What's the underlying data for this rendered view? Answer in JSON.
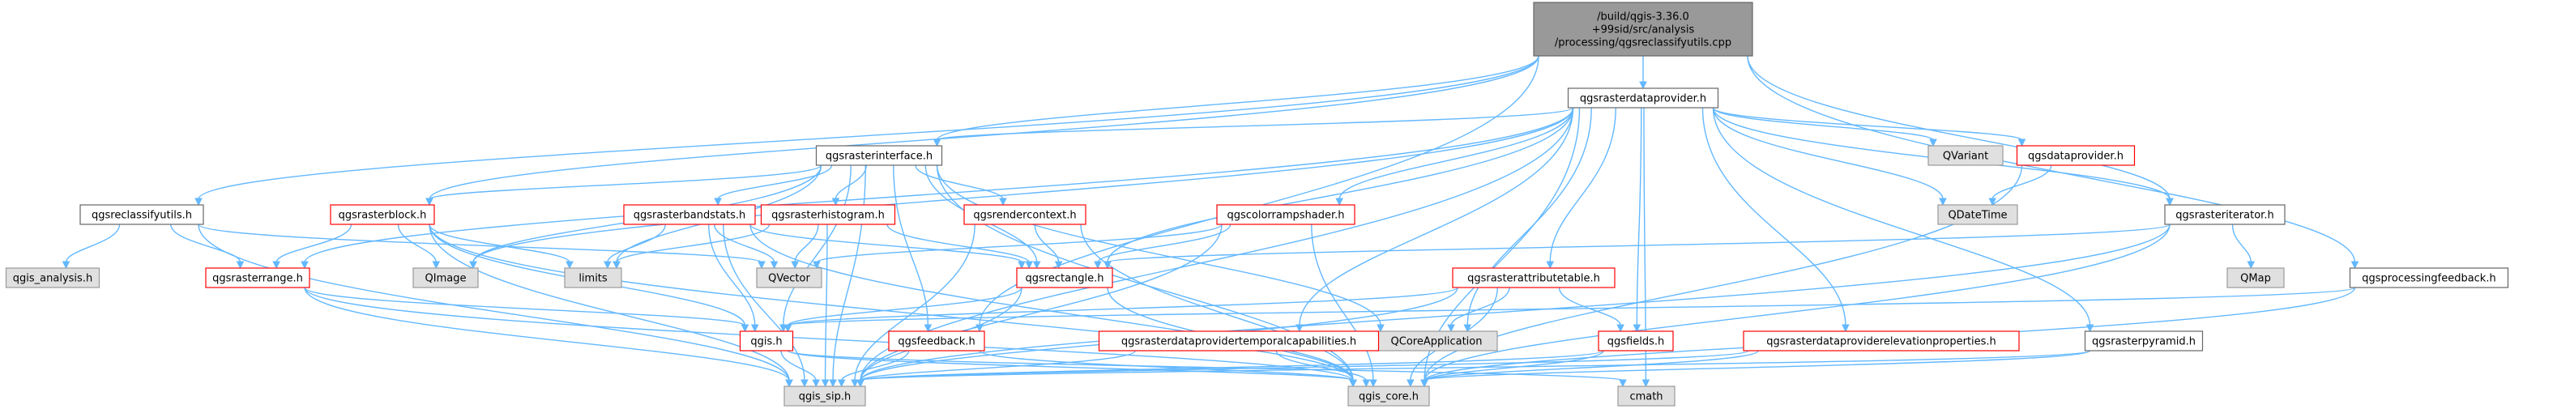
{
  "colors": {
    "edge": "#63b8ff",
    "root_fill": "#999999",
    "root_border": "#666666",
    "normal_fill": "#ffffff",
    "normal_border": "#666666",
    "truncated_border": "#ff0000",
    "external_fill": "#e0e0e0",
    "external_border": "#999999",
    "text": "#000000"
  },
  "nodes": [
    {
      "id": "root",
      "kind": "root",
      "lines": [
        "/build/qgis-3.36.0",
        "+99sid/src/analysis",
        "/processing/qgsreclassifyutils.cpp"
      ]
    },
    {
      "id": "qgsrasterdataprovider",
      "kind": "normal",
      "lines": [
        "qgsrasterdataprovider.h"
      ]
    },
    {
      "id": "qgsrasterinterface",
      "kind": "normal",
      "lines": [
        "qgsrasterinterface.h"
      ]
    },
    {
      "id": "qgsreclassifyutils",
      "kind": "normal",
      "lines": [
        "qgsreclassifyutils.h"
      ]
    },
    {
      "id": "qgis_analysis",
      "kind": "external",
      "lines": [
        "qgis_analysis.h"
      ]
    },
    {
      "id": "qgsrasterblock",
      "kind": "truncated",
      "lines": [
        "qgsrasterblock.h"
      ]
    },
    {
      "id": "qgsrasterrange",
      "kind": "truncated",
      "lines": [
        "qgsrasterrange.h"
      ]
    },
    {
      "id": "qgsrasterbandstats",
      "kind": "truncated",
      "lines": [
        "qgsrasterbandstats.h"
      ]
    },
    {
      "id": "qgsrasterhistogram",
      "kind": "truncated",
      "lines": [
        "qgsrasterhistogram.h"
      ]
    },
    {
      "id": "qgsrendercontext",
      "kind": "truncated",
      "lines": [
        "qgsrendercontext.h"
      ]
    },
    {
      "id": "qgscolorrampshader",
      "kind": "truncated",
      "lines": [
        "qgscolorrampshader.h"
      ]
    },
    {
      "id": "qgsrasterattributetable",
      "kind": "truncated",
      "lines": [
        "qgsrasterattributetable.h"
      ]
    },
    {
      "id": "qgsdataprovider",
      "kind": "truncated",
      "lines": [
        "qgsdataprovider.h"
      ]
    },
    {
      "id": "qgsrasteriterator",
      "kind": "normal",
      "lines": [
        "qgsrasteriterator.h"
      ]
    },
    {
      "id": "qgsprocessingfeedback",
      "kind": "normal",
      "lines": [
        "qgsprocessingfeedback.h"
      ]
    },
    {
      "id": "QVariant",
      "kind": "external",
      "lines": [
        "QVariant"
      ]
    },
    {
      "id": "QDateTime",
      "kind": "external",
      "lines": [
        "QDateTime"
      ]
    },
    {
      "id": "QMap",
      "kind": "external",
      "lines": [
        "QMap"
      ]
    },
    {
      "id": "QImage",
      "kind": "external",
      "lines": [
        "QImage"
      ]
    },
    {
      "id": "limits",
      "kind": "external",
      "lines": [
        "limits"
      ]
    },
    {
      "id": "QVector",
      "kind": "external",
      "lines": [
        "QVector"
      ]
    },
    {
      "id": "qgsrectangle",
      "kind": "truncated",
      "lines": [
        "qgsrectangle.h"
      ]
    },
    {
      "id": "QCoreApplication",
      "kind": "external",
      "lines": [
        "QCoreApplication"
      ]
    },
    {
      "id": "qgis",
      "kind": "truncated",
      "lines": [
        "qgis.h"
      ]
    },
    {
      "id": "qgsfeedback",
      "kind": "truncated",
      "lines": [
        "qgsfeedback.h"
      ]
    },
    {
      "id": "qgsrasterdataprovidertemporalcapabilities",
      "kind": "truncated",
      "lines": [
        "qgsrasterdataprovidertemporalcapabilities.h"
      ]
    },
    {
      "id": "qgsfields",
      "kind": "truncated",
      "lines": [
        "qgsfields.h"
      ]
    },
    {
      "id": "qgsrasterdataproviderelevationproperties",
      "kind": "truncated",
      "lines": [
        "qgsrasterdataproviderelevationproperties.h"
      ]
    },
    {
      "id": "qgsrasterpyramid",
      "kind": "normal",
      "lines": [
        "qgsrasterpyramid.h"
      ]
    },
    {
      "id": "qgis_sip",
      "kind": "external",
      "lines": [
        "qgis_sip.h"
      ]
    },
    {
      "id": "qgis_core",
      "kind": "external",
      "lines": [
        "qgis_core.h"
      ]
    },
    {
      "id": "cmath",
      "kind": "external",
      "lines": [
        "cmath"
      ]
    }
  ],
  "edges": [
    [
      "root",
      "qgsrasterdataprovider"
    ],
    [
      "root",
      "qgsrasterinterface"
    ],
    [
      "root",
      "qgsreclassifyutils"
    ],
    [
      "root",
      "qgsrasterblock"
    ],
    [
      "root",
      "qgsrasteriterator"
    ],
    [
      "root",
      "qgsprocessingfeedback"
    ],
    [
      "root",
      "qgsfeedback"
    ],
    [
      "qgsrasterdataprovider",
      "qgsrasterinterface"
    ],
    [
      "qgsrasterdataprovider",
      "QVariant"
    ],
    [
      "qgsrasterdataprovider",
      "qgsdataprovider"
    ],
    [
      "qgsrasterdataprovider",
      "QDateTime"
    ],
    [
      "qgsrasterdataprovider",
      "qgsrasteriterator"
    ],
    [
      "qgsrasterdataprovider",
      "qgscolorrampshader"
    ],
    [
      "qgsrasterdataprovider",
      "qgsrasterattributetable"
    ],
    [
      "qgsrasterdataprovider",
      "qgsrasterrange"
    ],
    [
      "qgsrasterdataprovider",
      "QImage"
    ],
    [
      "qgsrasterdataprovider",
      "qgsrectangle"
    ],
    [
      "qgsrasterdataprovider",
      "qgsrasterdataprovidertemporalcapabilities"
    ],
    [
      "qgsrasterdataprovider",
      "qgsfields"
    ],
    [
      "qgsrasterdataprovider",
      "qgsrasterdataproviderelevationproperties"
    ],
    [
      "qgsrasterdataprovider",
      "qgsrasterpyramid"
    ],
    [
      "qgsrasterdataprovider",
      "qgis_core"
    ],
    [
      "qgsrasterdataprovider",
      "cmath"
    ],
    [
      "qgsrasterdataprovider",
      "qgis_sip"
    ],
    [
      "qgsrasterdataprovider",
      "QCoreApplication"
    ],
    [
      "qgsrasterinterface",
      "qgsrasterblock"
    ],
    [
      "qgsrasterinterface",
      "qgsrasterbandstats"
    ],
    [
      "qgsrasterinterface",
      "qgsrasterhistogram"
    ],
    [
      "qgsrasterinterface",
      "qgsrendercontext"
    ],
    [
      "qgsrasterinterface",
      "QImage"
    ],
    [
      "qgsrasterinterface",
      "limits"
    ],
    [
      "qgsrasterinterface",
      "qgsrectangle"
    ],
    [
      "qgsrasterinterface",
      "QCoreApplication"
    ],
    [
      "qgsrasterinterface",
      "qgis"
    ],
    [
      "qgsrasterinterface",
      "qgis_sip"
    ],
    [
      "qgsrasterinterface",
      "qgis_core"
    ],
    [
      "qgsrasterinterface",
      "qgsfeedback"
    ],
    [
      "qgsreclassifyutils",
      "qgis_analysis"
    ],
    [
      "qgsreclassifyutils",
      "qgsrasterrange"
    ],
    [
      "qgsreclassifyutils",
      "QVector"
    ],
    [
      "qgsreclassifyutils",
      "qgis_sip"
    ],
    [
      "qgsrasterblock",
      "qgsrasterrange"
    ],
    [
      "qgsrasterblock",
      "QImage"
    ],
    [
      "qgsrasterblock",
      "limits"
    ],
    [
      "qgsrasterblock",
      "qgis"
    ],
    [
      "qgsrasterblock",
      "qgis_sip"
    ],
    [
      "qgsrasterblock",
      "qgis_core"
    ],
    [
      "qgsrasterrange",
      "qgis"
    ],
    [
      "qgsrasterrange",
      "qgis_sip"
    ],
    [
      "qgsrasterrange",
      "qgis_core"
    ],
    [
      "qgsrasterbandstats",
      "limits"
    ],
    [
      "qgsrasterbandstats",
      "QVector"
    ],
    [
      "qgsrasterbandstats",
      "qgis"
    ],
    [
      "qgsrasterbandstats",
      "qgsrectangle"
    ],
    [
      "qgsrasterbandstats",
      "qgis_sip"
    ],
    [
      "qgsrasterbandstats",
      "qgis_core"
    ],
    [
      "qgsrasterhistogram",
      "QVector"
    ],
    [
      "qgsrasterhistogram",
      "limits"
    ],
    [
      "qgsrasterhistogram",
      "qgsrectangle"
    ],
    [
      "qgsrasterhistogram",
      "qgis_sip"
    ],
    [
      "qgsrendercontext",
      "qgsrectangle"
    ],
    [
      "qgsrendercontext",
      "qgis_core"
    ],
    [
      "qgsrendercontext",
      "qgis_sip"
    ],
    [
      "qgscolorrampshader",
      "QVector"
    ],
    [
      "qgscolorrampshader",
      "qgsrectangle"
    ],
    [
      "qgscolorrampshader",
      "qgis_core"
    ],
    [
      "qgscolorrampshader",
      "qgis_sip"
    ],
    [
      "qgsrasterattributetable",
      "qgsfields"
    ],
    [
      "qgsrasterattributetable",
      "QCoreApplication"
    ],
    [
      "qgsrasterattributetable",
      "qgis"
    ],
    [
      "qgsrasterattributetable",
      "qgis_core"
    ],
    [
      "qgsrasterattributetable",
      "qgis_sip"
    ],
    [
      "qgsdataprovider",
      "QDateTime"
    ],
    [
      "qgsdataprovider",
      "qgis_core"
    ],
    [
      "qgsrasteriterator",
      "qgsrectangle"
    ],
    [
      "qgsrasteriterator",
      "QMap"
    ],
    [
      "qgsrasteriterator",
      "qgis_core"
    ],
    [
      "qgsrasteriterator",
      "qgis_sip"
    ],
    [
      "qgsprocessingfeedback",
      "qgis"
    ],
    [
      "qgsprocessingfeedback",
      "qgis_core"
    ],
    [
      "qgsrectangle",
      "qgis"
    ],
    [
      "qgsrectangle",
      "qgis_core"
    ],
    [
      "qgsrectangle",
      "qgis_sip"
    ],
    [
      "qgis",
      "qgis_sip"
    ],
    [
      "qgis",
      "qgis_core"
    ],
    [
      "qgis",
      "cmath"
    ],
    [
      "qgsfeedback",
      "qgis_core"
    ],
    [
      "qgsfeedback",
      "qgis_sip"
    ],
    [
      "qgsrasterdataprovidertemporalcapabilities",
      "qgis_core"
    ],
    [
      "qgsrasterdataprovidertemporalcapabilities",
      "qgis_sip"
    ],
    [
      "qgsfields",
      "qgis_core"
    ],
    [
      "qgsfields",
      "qgis_sip"
    ],
    [
      "qgsrasterdataproviderelevationproperties",
      "qgis_core"
    ],
    [
      "qgsrasterdataproviderelevationproperties",
      "qgis_sip"
    ],
    [
      "qgsrasterpyramid",
      "qgis_core"
    ],
    [
      "qgsrasterpyramid",
      "qgis_sip"
    ]
  ]
}
